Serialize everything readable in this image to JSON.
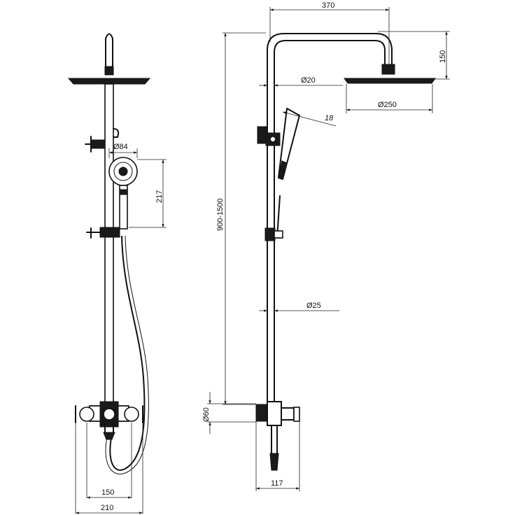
{
  "dimensions": {
    "arm_reach": "370",
    "head_drop": "150",
    "arm_diameter": "Ø20",
    "head_diameter": "Ø250",
    "angle": "18",
    "hand_shower_diameter": "Ø84",
    "hand_shower_drop": "217",
    "column_height": "900-1500",
    "column_diameter": "Ø25",
    "mixer_body_diameter": "Ø60",
    "valve_spacing": "150",
    "mixer_width": "210",
    "mixer_depth": "117"
  },
  "colors": {
    "line": "#111111",
    "background": "#ffffff"
  }
}
